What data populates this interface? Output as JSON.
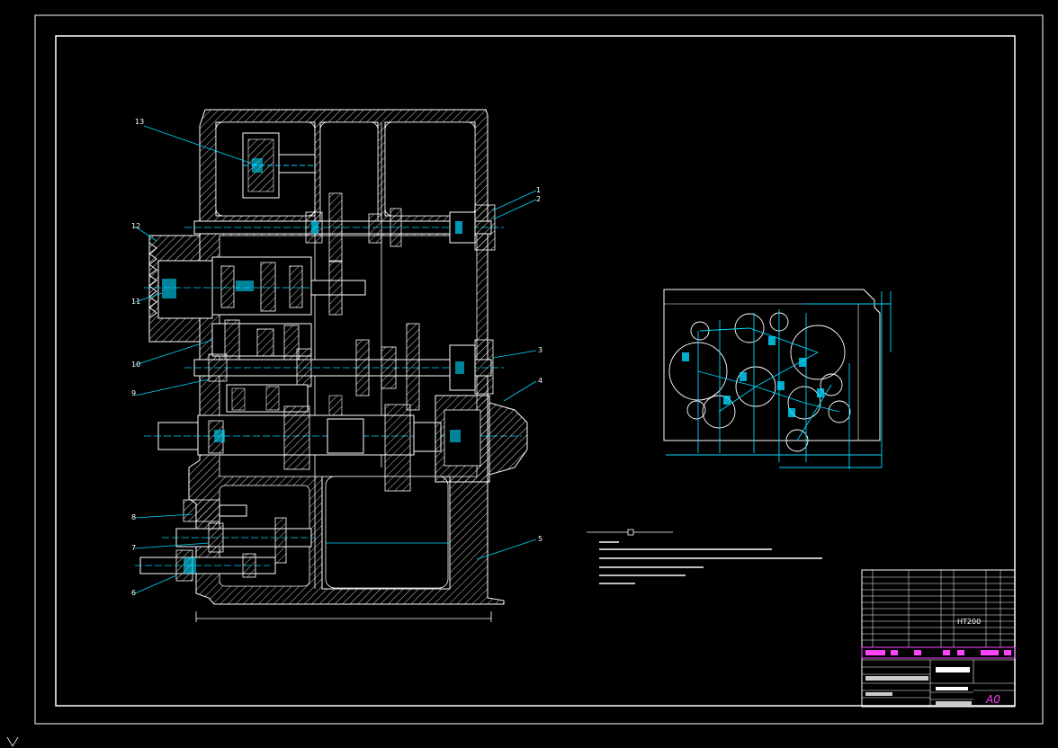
{
  "part_labels": [
    "13",
    "1",
    "2",
    "3",
    "4",
    "5",
    "6",
    "7",
    "8",
    "9",
    "10",
    "11",
    "12"
  ],
  "title_block": {
    "material_code": "HT200",
    "sheet_size": "A0"
  },
  "colors": {
    "background": "#000000",
    "outline": "#ffffff",
    "dimension": "#00d8ff",
    "section_hatch": "#ffffff",
    "title_accent": "#ff44ff"
  }
}
